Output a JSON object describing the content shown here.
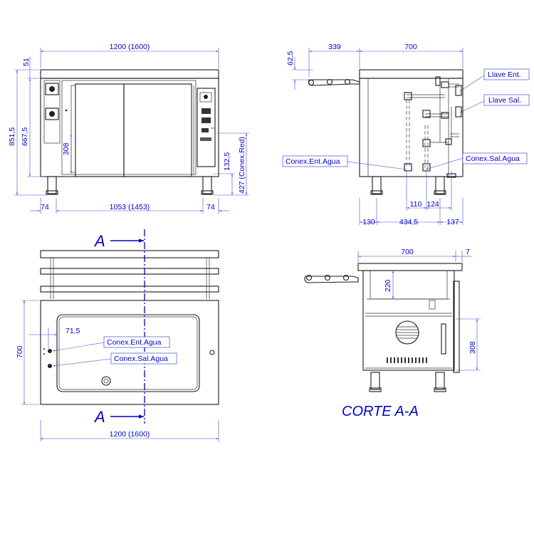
{
  "front": {
    "dims": {
      "top_width": "1200  (1600)",
      "top_height": "51",
      "total_height": "851,5",
      "body_height": "667,5",
      "door_height": "308",
      "drain_height": "132,5",
      "drain_label": "427  (Conex.Red)",
      "left_leg": "74",
      "inner_width": "1053  (1453)",
      "right_leg": "74"
    }
  },
  "side": {
    "dims": {
      "top_offset": "62,5",
      "arm_width": "339",
      "depth": "700",
      "pos_110": "110",
      "pos_124": "124",
      "left_130": "130",
      "mid_4345": "434,5",
      "right_137": "137"
    },
    "labels": {
      "inlet_valve": "Llave Ent.",
      "outlet_valve": "Llave Sal.",
      "water_inlet": "Conex.Ent.Agua",
      "water_outlet": "Conex.Sal.Agua"
    }
  },
  "top": {
    "section_marker": "A",
    "dims": {
      "depth": "700",
      "offset": "71,5",
      "width": "1200  (1600)"
    },
    "labels": {
      "water_inlet": "Conex.Ent.Agua",
      "water_outlet": "Conex.Sal.Agua"
    }
  },
  "section": {
    "title": "CORTE A-A",
    "dims": {
      "depth": "700",
      "gap": "7",
      "inner_height": "220",
      "door_height": "308"
    }
  }
}
